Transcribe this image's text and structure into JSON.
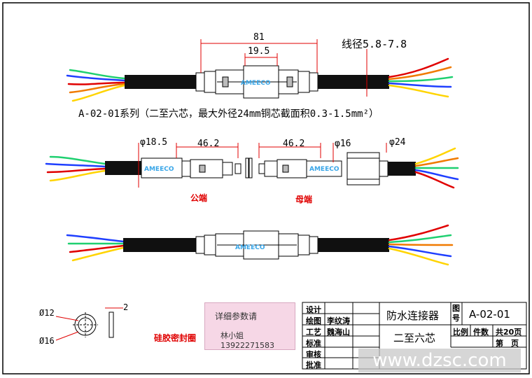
{
  "dimensions": {
    "d81": "81",
    "d19_5": "19.5",
    "wire_range": "线径5.8-7.8",
    "phi18_5": "φ18.5",
    "d46_2_left": "46.2",
    "d46_2_right": "46.2",
    "phi16_top": "φ16",
    "phi24": "φ24",
    "phi12": "Ø12",
    "phi16_ring": "Ø16",
    "d2": "2"
  },
  "series_title": "A-02-01系列（二至六芯，最大外径24mm铜芯截面积0.3-1.5mm²）",
  "labels": {
    "male": "公端",
    "female": "母端",
    "seal": "硅胶密封圈",
    "brand": "AMEECO"
  },
  "badge": {
    "line1": "详细参数请",
    "line2": "林小姐 13922271583"
  },
  "title_block": {
    "design": "设计",
    "drawing": "绘图",
    "drawing_name": "李纹涛",
    "process": "工艺",
    "process_name": "魏海山",
    "standard": "标准",
    "review": "审核",
    "approve": "批准",
    "product_name": "防水连接器",
    "product_sub": "二至六芯",
    "drawing_no_label": "图号",
    "drawing_no": "A-02-01",
    "scale": "比例",
    "qty": "件数",
    "total": "共20页",
    "page": "第　页"
  },
  "watermark": "www.dzsc.com",
  "colors": {
    "red_wire": "#e00000",
    "blue_wire": "#1f3fff",
    "green_wire": "#1fd070",
    "yellow_wire": "#ffd400",
    "orange_wire": "#f07a00",
    "cable": "#101010",
    "brand_blue": "#39a6e8"
  }
}
